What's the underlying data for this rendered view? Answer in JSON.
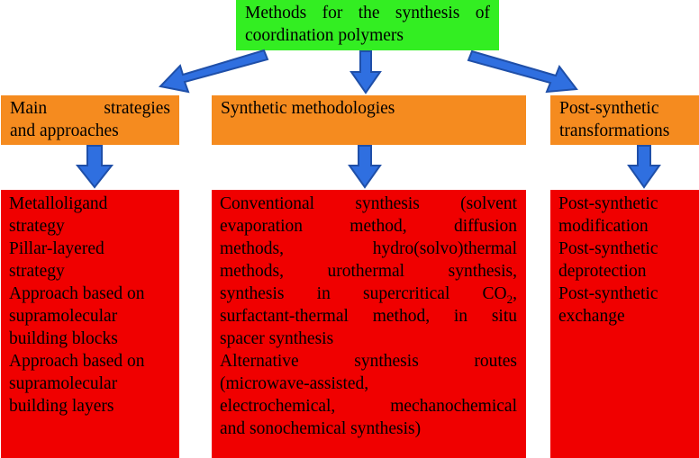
{
  "colors": {
    "root": "#33ee22",
    "category": "#f58b1f",
    "detail": "#f00000",
    "arrow": "#2f6fe0"
  },
  "root": {
    "line1": "Methods for the synthesis of",
    "line2": "coordination polymers"
  },
  "categories": [
    {
      "line1": "Main strategies",
      "line2": "and approaches"
    },
    {
      "line1": "Synthetic methodologies"
    },
    {
      "line1": "Post-synthetic",
      "line2": "transformations"
    }
  ],
  "details": {
    "left": {
      "lines": [
        "Metalloligand",
        "strategy",
        "Pillar-layered",
        "strategy",
        "Approach based on",
        "supramolecular",
        "building blocks",
        "Approach based on",
        "supramolecular",
        "building layers"
      ]
    },
    "middle": {
      "lines": [
        "Conventional synthesis (solvent",
        "evaporation method, diffusion",
        "methods, hydro(solvo)thermal",
        "methods, urothermal synthesis,",
        "synthesis in supercritical CO",
        "surfactant-thermal method, in situ",
        "spacer synthesis",
        "Alternative synthesis routes",
        "(microwave-assisted,",
        "electrochemical, mechanochemical",
        "and sonochemical synthesis)"
      ],
      "co2_subscript": "2",
      "co2_suffix": ","
    },
    "right": {
      "lines": [
        "Post-synthetic",
        "modification",
        "Post-synthetic",
        "deprotection",
        "Post-synthetic",
        "exchange"
      ]
    }
  }
}
